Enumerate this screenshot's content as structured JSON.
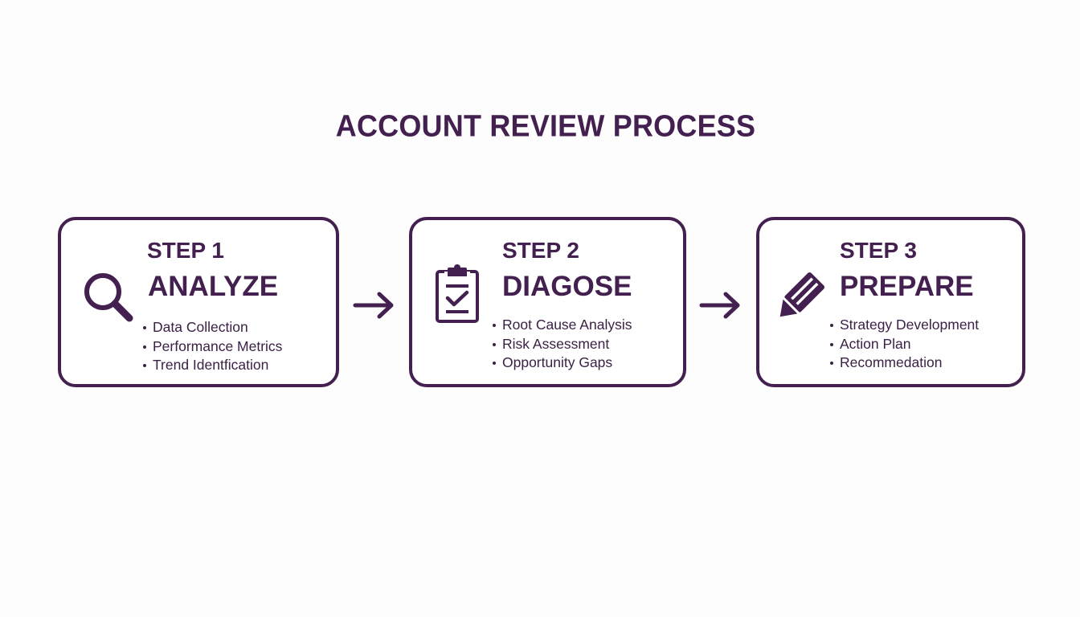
{
  "title": "ACCOUNT REVIEW PROCESS",
  "colors": {
    "primary": "#43204f",
    "background": "#fdfdfd"
  },
  "steps": [
    {
      "number_label": "STEP 1",
      "name": "ANALYZE",
      "icon": "magnifying-glass-icon",
      "bullets": [
        "Data Collection",
        "Performance Metrics",
        "Trend Identfication"
      ]
    },
    {
      "number_label": "STEP 2",
      "name": "DIAGOSE",
      "icon": "clipboard-check-icon",
      "bullets": [
        "Root Cause Analysis",
        "Risk Assessment",
        "Opportunity Gaps"
      ]
    },
    {
      "number_label": "STEP 3",
      "name": "PREPARE",
      "icon": "pencil-icon",
      "bullets": [
        "Strategy Development",
        "Action Plan",
        "Recommedation"
      ]
    }
  ],
  "connectors": [
    "arrow-right-icon",
    "arrow-right-icon"
  ]
}
